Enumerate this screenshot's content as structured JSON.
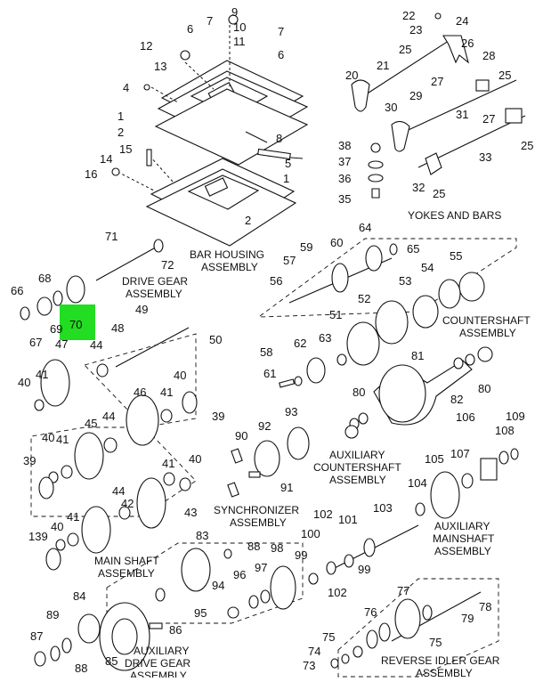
{
  "highlight": {
    "label": "70",
    "color": "#22dd22"
  },
  "captions": {
    "yokes_and_bars": "YOKES AND BARS",
    "bar_housing_1": "BAR HOUSING",
    "bar_housing_2": "ASSEMBLY",
    "drive_gear_1": "DRIVE GEAR",
    "drive_gear_2": "ASSEMBLY",
    "countershaft_1": "COUNTERSHAFT",
    "countershaft_2": "ASSEMBLY",
    "aux_countershaft_1": "AUXILIARY",
    "aux_countershaft_2": "COUNTERSHAFT",
    "aux_countershaft_3": "ASSEMBLY",
    "synchronizer_1": "SYNCHRONIZER",
    "synchronizer_2": "ASSEMBLY",
    "aux_mainshaft_1": "AUXILIARY",
    "aux_mainshaft_2": "MAINSHAFT",
    "aux_mainshaft_3": "ASSEMBLY",
    "main_shaft_1": "MAIN SHAFT",
    "main_shaft_2": "ASSEMBLY",
    "aux_drive_1": "AUXILIARY",
    "aux_drive_2": "DRIVE GEAR",
    "aux_drive_3": "ASSEMBLY",
    "reverse_idler_1": "REVERSE IDLER GEAR",
    "reverse_idler_2": "ASSEMBLY"
  },
  "callouts": [
    "9",
    "7",
    "10",
    "6",
    "11",
    "7",
    "12",
    "6",
    "13",
    "4",
    "1",
    "2",
    "8",
    "15",
    "14",
    "5",
    "16",
    "1",
    "2",
    "22",
    "23",
    "24",
    "25",
    "26",
    "21",
    "20",
    "28",
    "25",
    "27",
    "29",
    "30",
    "31",
    "27",
    "25",
    "38",
    "37",
    "36",
    "35",
    "33",
    "32",
    "25",
    "71",
    "72",
    "68",
    "66",
    "69",
    "67",
    "48",
    "49",
    "50",
    "47",
    "44",
    "40",
    "41",
    "40",
    "46",
    "41",
    "39",
    "45",
    "44",
    "41",
    "40",
    "39",
    "42",
    "44",
    "43",
    "41",
    "40",
    "139",
    "40",
    "41",
    "59",
    "60",
    "64",
    "65",
    "57",
    "56",
    "55",
    "54",
    "53",
    "52",
    "51",
    "58",
    "62",
    "63",
    "61",
    "81",
    "80",
    "82",
    "80",
    "90",
    "92",
    "93",
    "91",
    "106",
    "108",
    "109",
    "105",
    "107",
    "104",
    "103",
    "102",
    "101",
    "100",
    "99",
    "99",
    "102",
    "83",
    "88",
    "98",
    "96",
    "97",
    "94",
    "95",
    "84",
    "89",
    "86",
    "87",
    "88",
    "85",
    "77",
    "76",
    "78",
    "79",
    "75",
    "75",
    "74",
    "73"
  ]
}
